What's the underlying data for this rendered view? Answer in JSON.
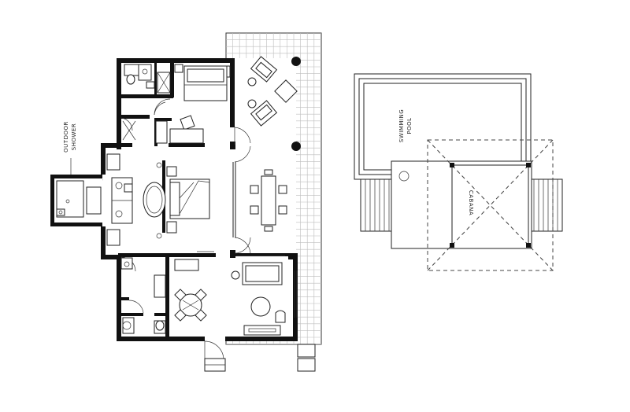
{
  "labels": {
    "outdoor_shower_line1": "OUTDOOR",
    "outdoor_shower_line2": "SHOWER",
    "swimming_pool_line1": "SWIMMING",
    "swimming_pool_line2": "POOL",
    "cabana": "CABANA"
  },
  "colors": {
    "wall": "#111111",
    "line": "#222222",
    "grid": "#bdbdbd",
    "background": "#ffffff"
  }
}
